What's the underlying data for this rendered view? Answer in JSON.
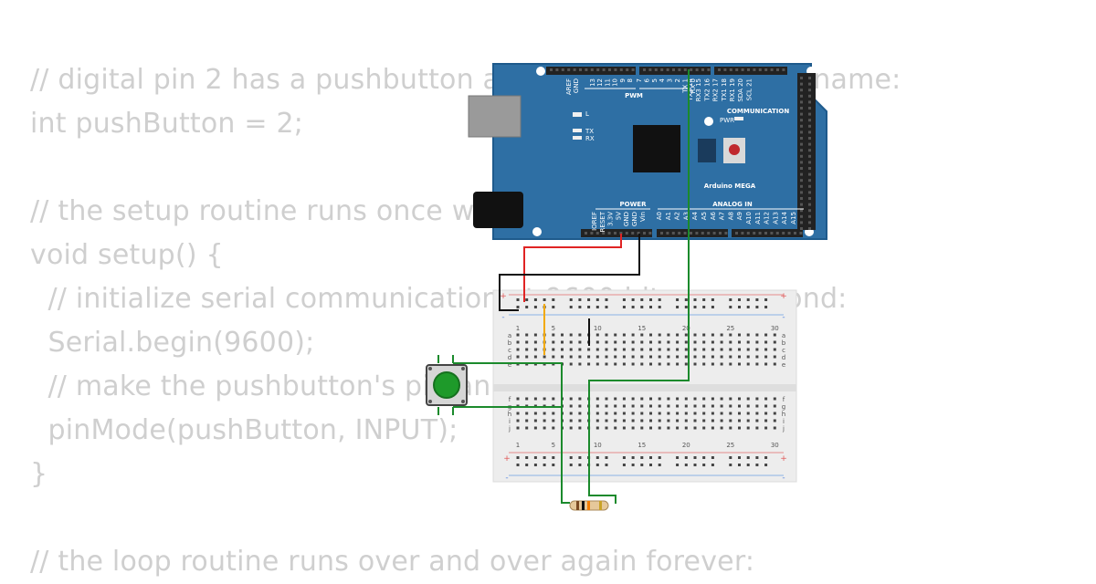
{
  "code_lines": [
    "// digital pin 2 has a pushbutton attached to it. Give it a name:",
    "int pushButton = 2;",
    "",
    "// the setup routine runs once when you press reset:",
    "void setup() {",
    "  // initialize serial communication at 9600 bits per second:",
    "  Serial.begin(9600);",
    "  // make the pushbutton's pin an input:",
    "  pinMode(pushButton, INPUT);",
    "}",
    "",
    "// the loop routine runs over and over again forever:"
  ],
  "board": {
    "name": "Arduino MEGA",
    "labels": {
      "pwm": "PWM",
      "communication": "COMMUNICATION",
      "power": "POWER",
      "analog_in": "ANALOG IN",
      "pwr_led": "PWR",
      "led_l": "L",
      "led_tx": "TX",
      "led_rx": "RX"
    },
    "top_pins": [
      "AREF",
      "GND",
      "13",
      "12",
      "11",
      "10",
      "9",
      "8",
      "7",
      "6",
      "5",
      "4",
      "3",
      "2",
      "TX 1",
      "RX 0",
      "TX3 14",
      "RX3 15",
      "TX2 16",
      "RX2 17",
      "TX1 18",
      "RX1 19",
      "SDA 20",
      "SCL 21"
    ],
    "power_pins": [
      "IOREF",
      "RESET",
      "3.3V",
      "5V",
      "GND",
      "GND",
      "Vin"
    ],
    "analog_pins": [
      "A0",
      "A1",
      "A2",
      "A3",
      "A4",
      "A5",
      "A6",
      "A7",
      "A8",
      "A9",
      "A10",
      "A11",
      "A12",
      "A13",
      "A14",
      "A15"
    ]
  },
  "breadboard": {
    "col_numbers": [
      "1",
      "5",
      "10",
      "15",
      "20",
      "25",
      "30"
    ],
    "row_letters_top": [
      "a",
      "b",
      "c",
      "d",
      "e"
    ],
    "row_letters_bottom": [
      "f",
      "g",
      "h",
      "i",
      "j"
    ],
    "plus": "+",
    "minus": "-"
  },
  "colors": {
    "board": "#2e6fa4",
    "board_edge": "#1e5a8c",
    "wire_red": "#e02424",
    "wire_black": "#111111",
    "wire_green": "#1b8a2c",
    "wire_orange": "#f2a900",
    "button": "#1e9a2a",
    "code_text": "#cfcfcf"
  }
}
